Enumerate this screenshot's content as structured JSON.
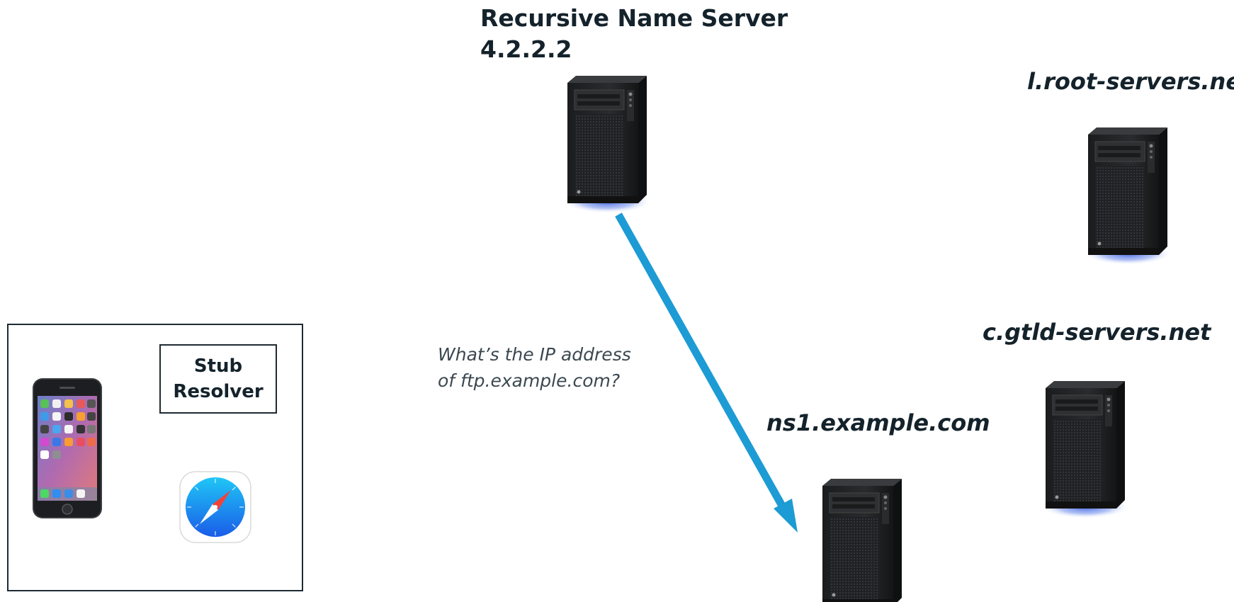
{
  "recursive_server": {
    "title_line1": "Recursive Name Server",
    "title_line2": "4.2.2.2"
  },
  "servers": {
    "root": "l.root-servers.net",
    "gtld": "c.gtld-servers.net",
    "ns1": "ns1.example.com"
  },
  "query": {
    "line1": "What’s the IP address",
    "line2": "of ftp.example.com?"
  },
  "client": {
    "stub_line1": "Stub",
    "stub_line2": "Resolver"
  },
  "colors": {
    "arrow": "#1d9bd4",
    "text": "#14222b",
    "server_glow": "#3f63e0"
  },
  "icons": [
    "server-icon",
    "smartphone-icon",
    "safari-browser-icon"
  ]
}
